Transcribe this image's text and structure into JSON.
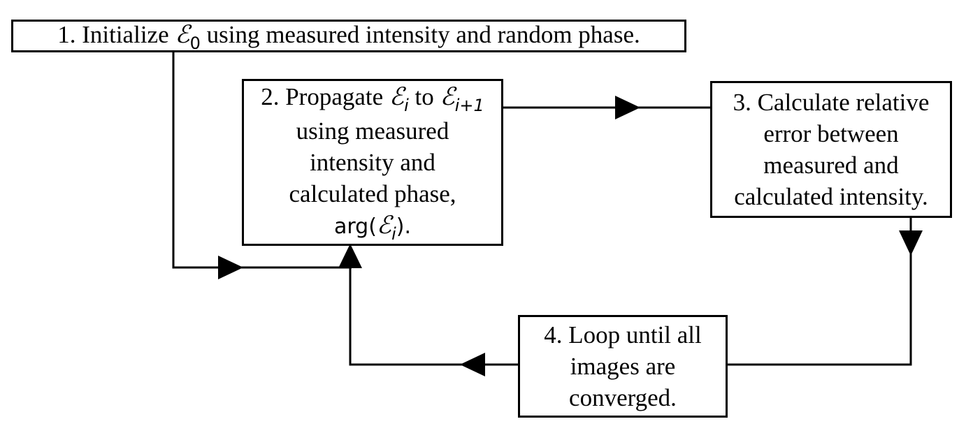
{
  "diagram": {
    "step1": {
      "prefix": "1. Initialize ",
      "symbol": "ℰ",
      "sub": "0",
      "suffix": " using measured intensity and random phase."
    },
    "step2": {
      "prefix": "2. Propagate ",
      "symbol": "ℰ",
      "sub_i": "i",
      "to": " to ",
      "sub_next": "i+1",
      "lines": [
        "using measured",
        "intensity and",
        "calculated phase,"
      ],
      "arg_prefix": "arg(",
      "arg_sub": "i",
      "arg_suffix": ")."
    },
    "step3": {
      "lines": [
        "3. Calculate relative",
        "error between",
        "measured and",
        "calculated intensity."
      ]
    },
    "step4": {
      "lines": [
        "4. Loop until all",
        "images are",
        "converged."
      ]
    }
  }
}
